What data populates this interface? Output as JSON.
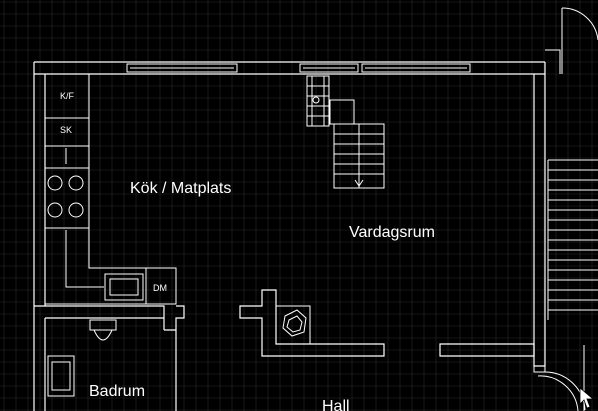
{
  "plan": {
    "colors": {
      "background": "#000000",
      "grid": "#2b2b2b",
      "lines": "#ffffff"
    },
    "rooms": {
      "kitchen": "Kök / Matplats",
      "living": "Vardagsrum",
      "bathroom": "Badrum",
      "hall": "Hall"
    },
    "fixtures": {
      "fridge_freezer": "K/F",
      "cabinet": "SK",
      "dishwasher": "DM"
    }
  }
}
